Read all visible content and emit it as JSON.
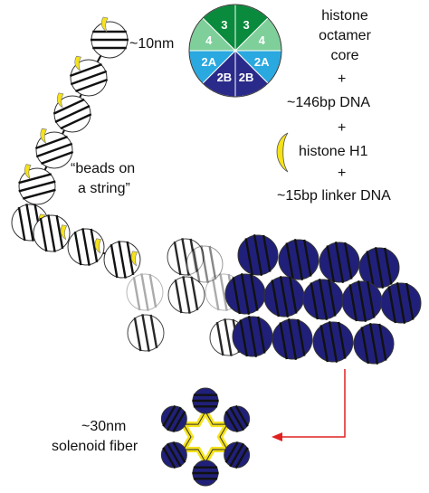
{
  "labels": {
    "scale_10nm": "~10nm",
    "beads_line1": "“beads on",
    "beads_line2": "a string”",
    "octamer_line1": "histone",
    "octamer_line2": "octamer",
    "octamer_line3": "core",
    "plus": "+",
    "dna_146": "~146bp DNA",
    "h1_label": "histone H1",
    "linker": "~15bp linker DNA",
    "solenoid_line1": "~30nm",
    "solenoid_line2": "solenoid fiber"
  },
  "octamer": {
    "segments": [
      {
        "label": "3",
        "color": "#0a8a3c"
      },
      {
        "label": "3",
        "color": "#0a8a3c"
      },
      {
        "label": "4",
        "color": "#7fcf9a"
      },
      {
        "label": "2A",
        "color": "#2aa8e0"
      },
      {
        "label": "2B",
        "color": "#2a2a8a"
      },
      {
        "label": "2B",
        "color": "#2a2a8a"
      },
      {
        "label": "2A",
        "color": "#2aa8e0"
      },
      {
        "label": "4",
        "color": "#7fcf9a"
      }
    ]
  },
  "colors": {
    "nucleosome_fill": "#20207a",
    "histone_h1": "#f5e21a",
    "arrow": "#e02020",
    "dna_stroke": "#111111"
  }
}
